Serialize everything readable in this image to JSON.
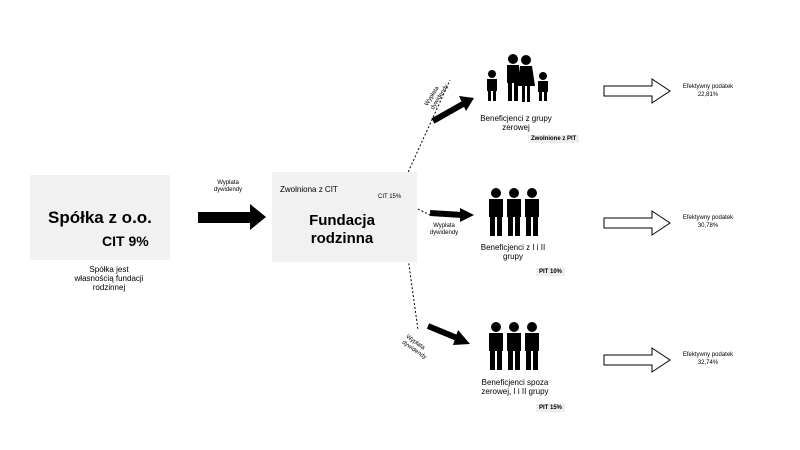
{
  "company": {
    "name": "Spółka z o.o.",
    "tax": "CIT 9%",
    "note": "Spółka jest własnością fundacji rodzinnej"
  },
  "dividend_label_left": "Wypłata dywidendy",
  "foundation": {
    "exempt": "Zwolniona z CIT",
    "cit": "CIT 15%",
    "name": "Fundacja rodzinna"
  },
  "groups": [
    {
      "arrow_label": "Wypłata dywidendy",
      "name": "Beneficjenci z grupy zerowej",
      "tax": "Zwolnione z PIT",
      "effective_label": "Efektywny podatek",
      "effective_value": "22,81%"
    },
    {
      "arrow_label": "Wypłata dywidendy",
      "name": "Beneficjenci z I i II grupy",
      "tax": "PIT 10%",
      "effective_label": "Efektywny podatek",
      "effective_value": "30,78%"
    },
    {
      "arrow_label": "Wypłata dywidendy",
      "name": "Beneficjenci spoza zerowej, I i II grupy",
      "tax": "PIT 15%",
      "effective_label": "Efektywny podatek",
      "effective_value": "32,74%"
    }
  ]
}
